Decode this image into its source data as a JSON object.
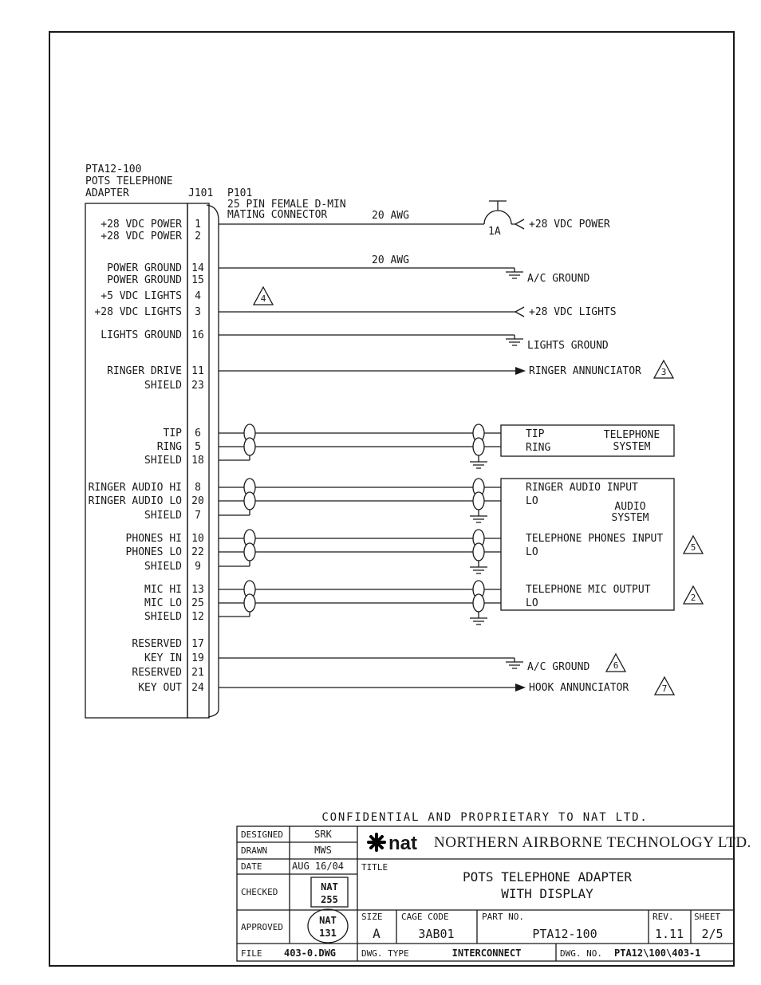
{
  "diagram": {
    "unit_name_1": "PTA12-100",
    "unit_name_2": "POTS TELEPHONE",
    "unit_name_3": "ADAPTER",
    "unit_conn": "J101",
    "mating_1": "P101",
    "mating_2": "25 PIN FEMALE D-MIN",
    "mating_3": "MATING CONNECTOR",
    "awg_1": "20 AWG",
    "awg_2": "20 AWG",
    "breaker_rating": "1A",
    "pins": [
      {
        "label": "+28 VDC POWER",
        "num": "1"
      },
      {
        "label": "+28 VDC POWER",
        "num": "2"
      },
      {
        "label": "POWER GROUND",
        "num": "14"
      },
      {
        "label": "POWER GROUND",
        "num": "15"
      },
      {
        "label": "+5 VDC LIGHTS",
        "num": "4"
      },
      {
        "label": "+28 VDC LIGHTS",
        "num": "3"
      },
      {
        "label": "LIGHTS GROUND",
        "num": "16"
      },
      {
        "label": "RINGER DRIVE",
        "num": "11"
      },
      {
        "label": "SHIELD",
        "num": "23"
      },
      {
        "label": "TIP",
        "num": "6"
      },
      {
        "label": "RING",
        "num": "5"
      },
      {
        "label": "SHIELD",
        "num": "18"
      },
      {
        "label": "RINGER AUDIO HI",
        "num": "8"
      },
      {
        "label": "RINGER AUDIO LO",
        "num": "20"
      },
      {
        "label": "SHIELD",
        "num": "7"
      },
      {
        "label": "PHONES HI",
        "num": "10"
      },
      {
        "label": "PHONES LO",
        "num": "22"
      },
      {
        "label": "SHIELD",
        "num": "9"
      },
      {
        "label": "MIC HI",
        "num": "13"
      },
      {
        "label": "MIC LO",
        "num": "25"
      },
      {
        "label": "SHIELD",
        "num": "12"
      },
      {
        "label": "RESERVED",
        "num": "17"
      },
      {
        "label": "KEY IN",
        "num": "19"
      },
      {
        "label": "RESERVED",
        "num": "21"
      },
      {
        "label": "KEY OUT",
        "num": "24"
      }
    ],
    "dest": {
      "power": "+28 VDC POWER",
      "ac_ground_1": "A/C GROUND",
      "lights": "+28 VDC LIGHTS",
      "lights_ground": "LIGHTS GROUND",
      "ringer_annunciator": "RINGER ANNUNCIATOR",
      "ac_ground_2": "A/C GROUND",
      "hook_annunciator": "HOOK ANNUNCIATOR"
    },
    "telephone_box": {
      "tip": "TIP",
      "ring": "RING",
      "name_1": "TELEPHONE",
      "name_2": "SYSTEM"
    },
    "audio_box": {
      "ringer_input": "RINGER AUDIO INPUT",
      "ringer_lo": "LO",
      "name_1": "AUDIO",
      "name_2": "SYSTEM",
      "phones_input": "TELEPHONE PHONES INPUT",
      "phones_lo": "LO",
      "mic_output": "TELEPHONE MIC OUTPUT",
      "mic_lo": "LO"
    },
    "notes": {
      "n2": "2",
      "n3": "3",
      "n4": "4",
      "n5": "5",
      "n6": "6",
      "n7": "7"
    }
  },
  "titleblock": {
    "confidential": "CONFIDENTIAL AND PROPRIETARY TO NAT LTD.",
    "designed_label": "DESIGNED",
    "designed": "SRK",
    "drawn_label": "DRAWN",
    "drawn": "MWS",
    "date_label": "DATE",
    "date": "AUG 16/04",
    "checked_label": "CHECKED",
    "approved_label": "APPROVED",
    "stamp_checked_1": "NAT",
    "stamp_checked_2": "255",
    "stamp_approved_1": "NAT",
    "stamp_approved_2": "131",
    "logo_text": "nat",
    "company": "NORTHERN AIRBORNE TECHNOLOGY LTD.",
    "title_label": "TITLE",
    "title_1": "POTS TELEPHONE ADAPTER",
    "title_2": "WITH DISPLAY",
    "size_label": "SIZE",
    "size": "A",
    "cage_label": "CAGE CODE",
    "cage": "3AB01",
    "part_label": "PART NO.",
    "part": "PTA12-100",
    "rev_label": "REV.",
    "rev": "1.11",
    "sheet_label": "SHEET",
    "sheet": "2/5",
    "file_label": "FILE",
    "file": "403-0.DWG",
    "dwgtype_label": "DWG. TYPE",
    "dwgtype": "INTERCONNECT",
    "dwgno_label": "DWG. NO.",
    "dwgno": "PTA12\\100\\403-1"
  }
}
